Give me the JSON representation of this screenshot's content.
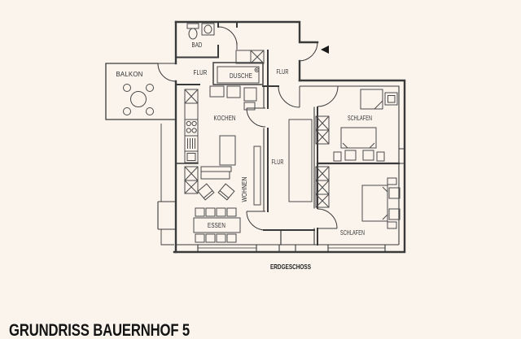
{
  "page": {
    "title": "GRUNDRISS BAUERNHOF 5",
    "floor_label": "ERDGESCHOSS",
    "colors": {
      "background": "#faf4ed",
      "walls": "#3a3a3a",
      "furniture": "#4a4a4a",
      "text": "#2e2e2e",
      "title_text": "#141414",
      "entrance_arrow": "#1a1a1a"
    }
  },
  "labels": {
    "bad": "BAD",
    "balkon": "BALKON",
    "flur_upper": "FLUR",
    "dusche": "DUSCHE",
    "flur_entrance": "FLUR",
    "kochen": "KOCHEN",
    "schlafen_upper": "SCHLAFEN",
    "flur_corridor": "FLUR",
    "wohnen": "WOHNEN",
    "essen": "ESSEN",
    "schlafen_lower": "SCHLAFEN",
    "floor": "ERDGESCHOSS",
    "title": "GRUNDRISS BAUERNHOF 5"
  }
}
